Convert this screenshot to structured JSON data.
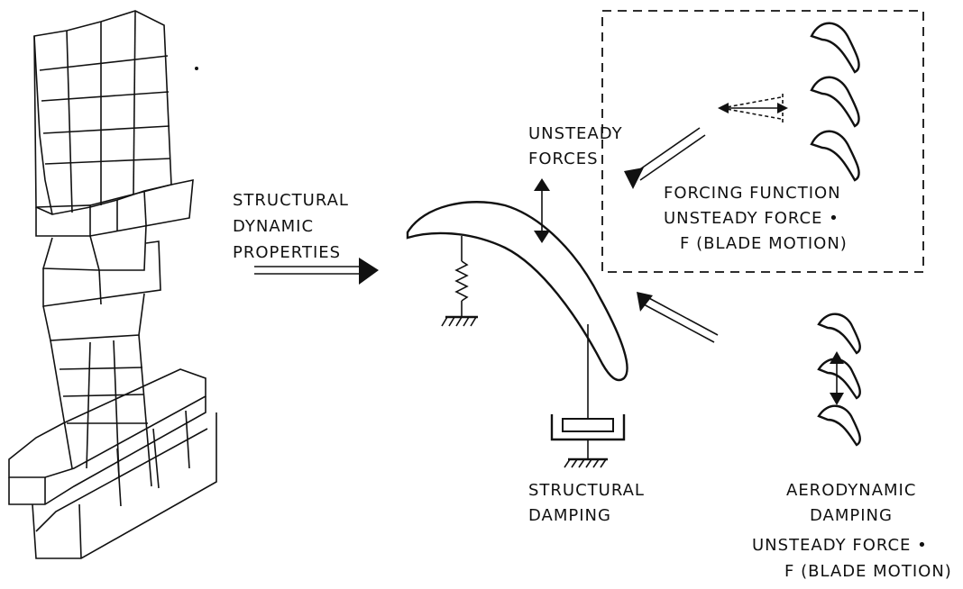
{
  "labels": {
    "structural_dynamic_properties": [
      "STRUCTURAL",
      "DYNAMIC",
      "PROPERTIES"
    ],
    "unsteady_forces": [
      "UNSTEADY",
      "FORCES"
    ],
    "forcing_function": [
      "FORCING FUNCTION",
      "UNSTEADY FORCE •",
      "F (BLADE MOTION)"
    ],
    "structural_damping": [
      "STRUCTURAL",
      "DAMPING"
    ],
    "aerodynamic_damping": [
      "AERODYNAMIC",
      "DAMPING"
    ],
    "aero_unsteady_force": [
      "UNSTEADY FORCE •",
      "F (BLADE MOTION)"
    ]
  }
}
